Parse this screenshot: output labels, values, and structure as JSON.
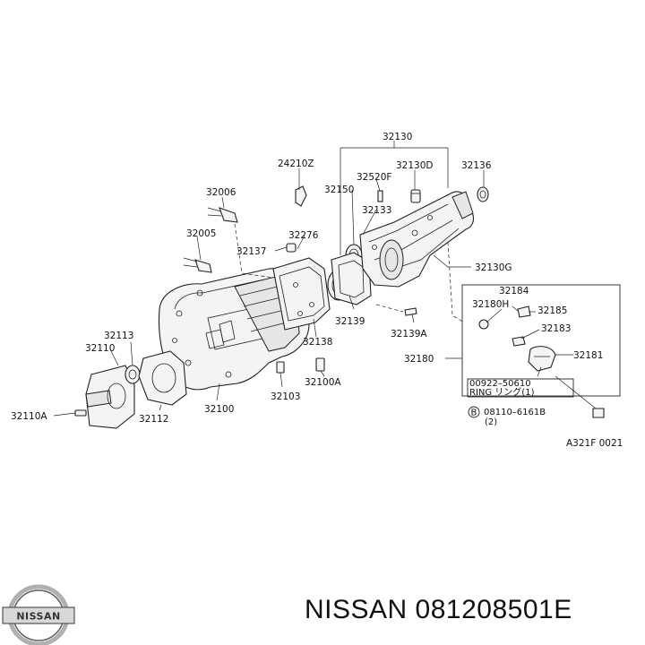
{
  "diagram": {
    "labels": {
      "p32130": "32130",
      "p24210Z": "24210Z",
      "p32130D": "32130D",
      "p32136": "32136",
      "p32520F": "32520F",
      "p32006": "32006",
      "p32150": "32150",
      "p32133": "32133",
      "p32005": "32005",
      "p32276": "32276",
      "p32137": "32137",
      "p32130G": "32130G",
      "p32184": "32184",
      "p32180H": "32180H",
      "p32185": "32185",
      "p32183": "32183",
      "p32139": "32139",
      "p32139A": "32139A",
      "p32138": "32138",
      "p32113": "32113",
      "p32110": "32110",
      "p32180": "32180",
      "p32181": "32181",
      "p00922": "00922–50610",
      "ring": "RING リング(1)",
      "p32100A": "32100A",
      "p32103": "32103",
      "p32100": "32100",
      "p32112": "32112",
      "p32110A": "32110A",
      "bolt_code": "08110–6161B",
      "bolt_qty": "(2)",
      "bolt_marker": "B",
      "figure_code": "A321F 0021"
    }
  },
  "logo": {
    "text": "NISSAN"
  },
  "footer": {
    "brand": "NISSAN",
    "part_number": "081208501E",
    "separator": " "
  }
}
